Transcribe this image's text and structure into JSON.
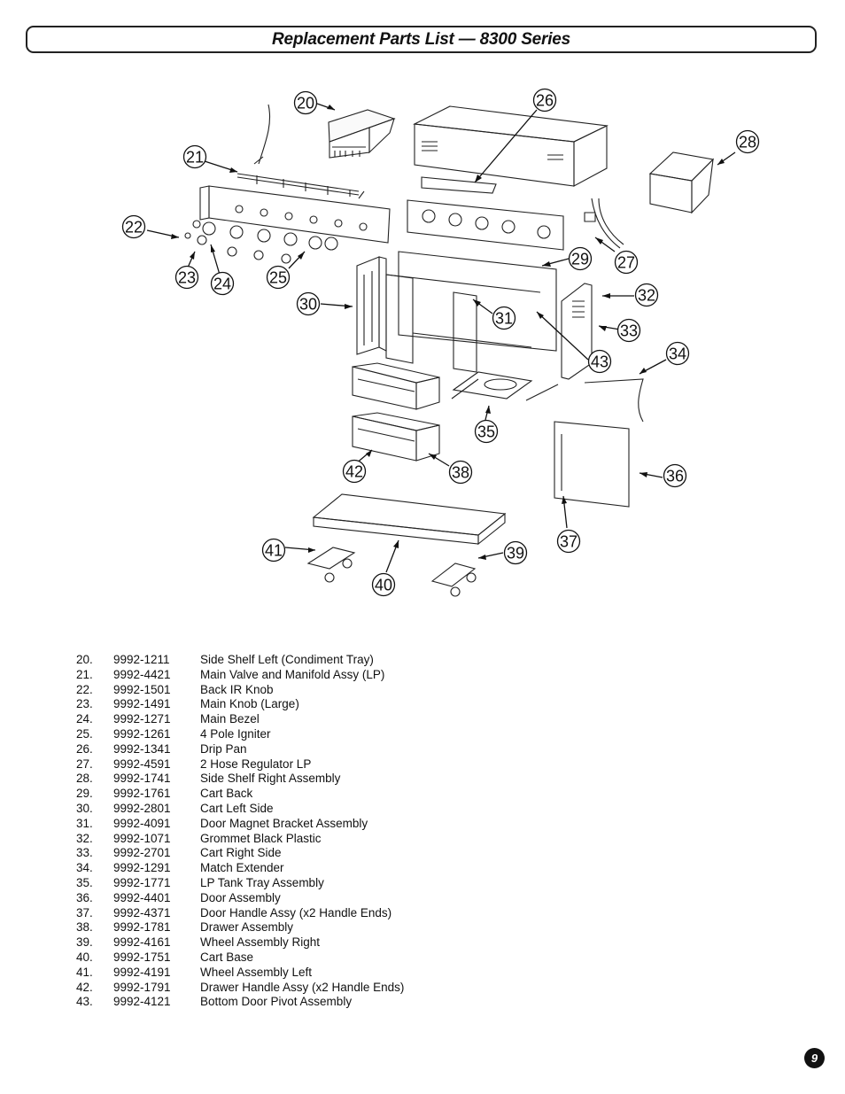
{
  "header": {
    "title": "Replacement Parts List — 8300 Series"
  },
  "diagram": {
    "callouts": [
      "20",
      "21",
      "22",
      "23",
      "24",
      "25",
      "26",
      "27",
      "28",
      "29",
      "30",
      "31",
      "32",
      "33",
      "34",
      "35",
      "36",
      "37",
      "38",
      "39",
      "40",
      "41",
      "42",
      "43"
    ]
  },
  "parts": [
    {
      "num": "20.",
      "part": "9992-1211",
      "desc": "Side Shelf Left (Condiment Tray)"
    },
    {
      "num": "21.",
      "part": "9992-4421",
      "desc": "Main Valve and Manifold Assy (LP)"
    },
    {
      "num": "22.",
      "part": "9992-1501",
      "desc": "Back IR Knob"
    },
    {
      "num": "23.",
      "part": "9992-1491",
      "desc": "Main Knob (Large)"
    },
    {
      "num": "24.",
      "part": "9992-1271",
      "desc": "Main Bezel"
    },
    {
      "num": "25.",
      "part": "9992-1261",
      "desc": "4 Pole Igniter"
    },
    {
      "num": "26.",
      "part": "9992-1341",
      "desc": "Drip Pan"
    },
    {
      "num": "27.",
      "part": "9992-4591",
      "desc": "2 Hose Regulator LP"
    },
    {
      "num": "28.",
      "part": "9992-1741",
      "desc": "Side Shelf Right Assembly"
    },
    {
      "num": "29.",
      "part": "9992-1761",
      "desc": "Cart Back"
    },
    {
      "num": "30.",
      "part": "9992-2801",
      "desc": "Cart Left Side"
    },
    {
      "num": "31.",
      "part": "9992-4091",
      "desc": "Door Magnet Bracket Assembly"
    },
    {
      "num": "32.",
      "part": "9992-1071",
      "desc": "Grommet Black Plastic"
    },
    {
      "num": "33.",
      "part": "9992-2701",
      "desc": "Cart Right Side"
    },
    {
      "num": "34.",
      "part": "9992-1291",
      "desc": "Match Extender"
    },
    {
      "num": "35.",
      "part": "9992-1771",
      "desc": "LP Tank Tray Assembly"
    },
    {
      "num": "36.",
      "part": "9992-4401",
      "desc": "Door Assembly"
    },
    {
      "num": "37.",
      "part": "9992-4371",
      "desc": "Door Handle Assy (x2 Handle Ends)"
    },
    {
      "num": "38.",
      "part": "9992-1781",
      "desc": "Drawer Assembly"
    },
    {
      "num": "39.",
      "part": "9992-4161",
      "desc": "Wheel Assembly Right"
    },
    {
      "num": "40.",
      "part": "9992-1751",
      "desc": "Cart Base"
    },
    {
      "num": "41.",
      "part": "9992-4191",
      "desc": "Wheel Assembly Left"
    },
    {
      "num": "42.",
      "part": "9992-1791",
      "desc": "Drawer Handle Assy (x2 Handle Ends)"
    },
    {
      "num": "43.",
      "part": "9992-4121",
      "desc": "Bottom Door Pivot Assembly"
    }
  ],
  "footer": {
    "page_number": "9"
  }
}
